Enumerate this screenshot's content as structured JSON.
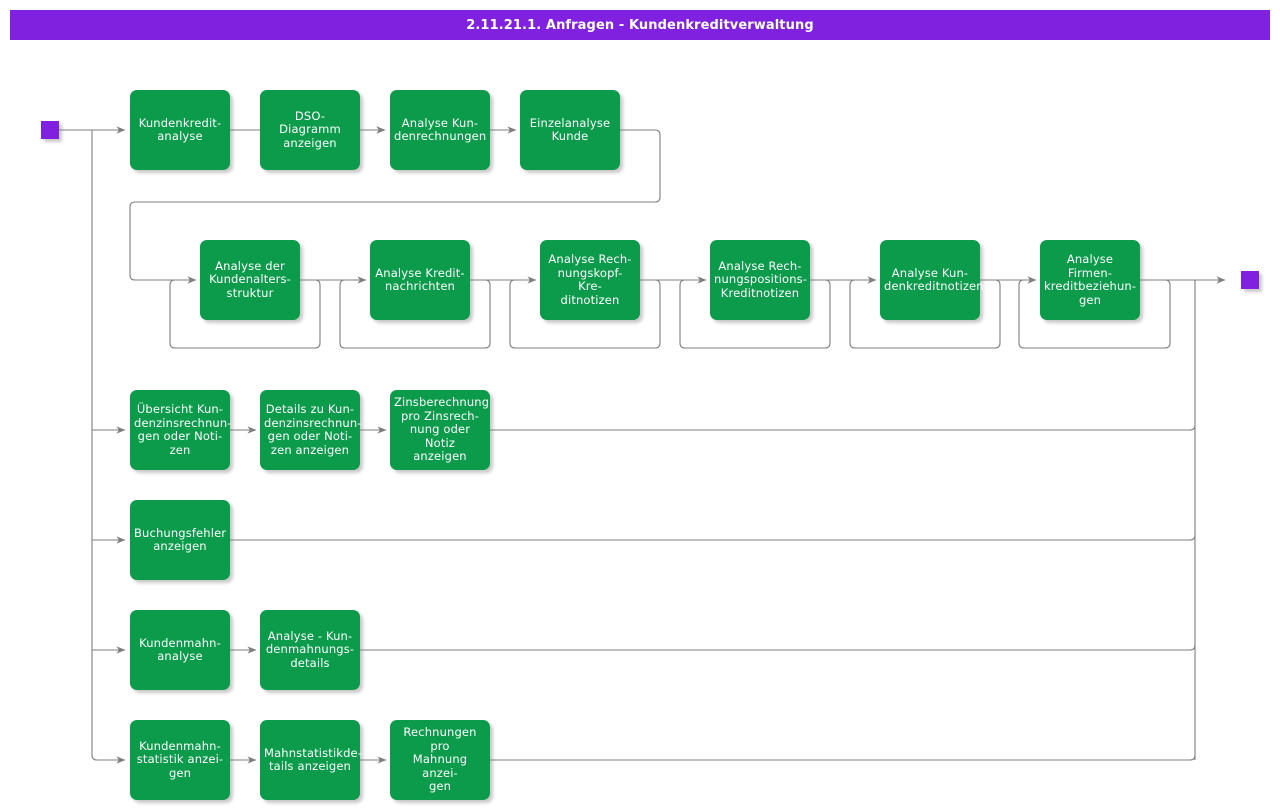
{
  "window": {
    "title": "2.11.21.1. Anfragen - Kundenkreditverwaltung",
    "title_bar_color": "#8021e0",
    "background_color": "#ffffff"
  },
  "diagram": {
    "type": "flowchart",
    "node_color": "#0b9b4b",
    "node_text_color": "#ffffff",
    "connector_color": "#7f7f7f",
    "terminator_color": "#8021e0",
    "start_node_name": "start-terminator",
    "end_node_name": "end-terminator",
    "rows": [
      {
        "name": "row-kundenkreditanalyse",
        "nodes": [
          {
            "id": "n1",
            "label": "Kundenkredit-\nanalyse"
          },
          {
            "id": "n2",
            "label": "DSO-Diagramm\nanzeigen"
          },
          {
            "id": "n3",
            "label": "Analyse Kun-\ndenrechnungen"
          },
          {
            "id": "n4",
            "label": "Einzelanalyse\nKunde"
          }
        ]
      },
      {
        "name": "row-analysen",
        "nodes": [
          {
            "id": "n5",
            "label": "Analyse der\nKundenalters-\nstruktur"
          },
          {
            "id": "n6",
            "label": "Analyse Kredit-\nnachrichten"
          },
          {
            "id": "n7",
            "label": "Analyse Rech-\nnungskopf- Kre-\nditnotizen"
          },
          {
            "id": "n8",
            "label": "Analyse Rech-\nnungspositions-\nKreditnotizen"
          },
          {
            "id": "n9",
            "label": "Analyse Kun-\ndenkreditnotizen"
          },
          {
            "id": "n10",
            "label": "Analyse Firmen-\nkreditbeziehun-\ngen"
          }
        ]
      },
      {
        "name": "row-zinsrechnungen",
        "nodes": [
          {
            "id": "n11",
            "label": "Übersicht Kun-\ndenzinsrechnun-\ngen oder Noti-\nzen"
          },
          {
            "id": "n12",
            "label": "Details zu Kun-\ndenzinsrechnun-\ngen oder Noti-\nzen anzeigen"
          },
          {
            "id": "n13",
            "label": "Zinsberechnung\npro Zinsrech-\nnung oder Notiz\nanzeigen"
          }
        ]
      },
      {
        "name": "row-buchungsfehler",
        "nodes": [
          {
            "id": "n14",
            "label": "Buchungsfehler\nanzeigen"
          }
        ]
      },
      {
        "name": "row-kundenmahnanalyse",
        "nodes": [
          {
            "id": "n15",
            "label": "Kundenmahn-\nanalyse"
          },
          {
            "id": "n16",
            "label": "Analyse - Kun-\ndenmahnungs-\ndetails"
          }
        ]
      },
      {
        "name": "row-mahnstatistik",
        "nodes": [
          {
            "id": "n17",
            "label": "Kundenmahn-\nstatistik anzei-\ngen"
          },
          {
            "id": "n18",
            "label": "Mahnstatistikde-\ntails anzeigen"
          },
          {
            "id": "n19",
            "label": "Rechnungen pro\nMahnung anzei-\ngen"
          }
        ]
      }
    ]
  }
}
